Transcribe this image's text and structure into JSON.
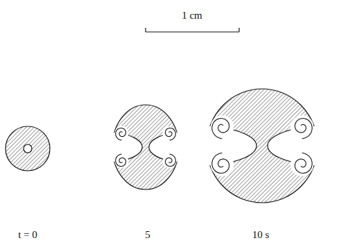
{
  "diagram": {
    "labels": [
      "1 cm",
      "t = 0",
      "5",
      "10 s"
    ]
  }
}
